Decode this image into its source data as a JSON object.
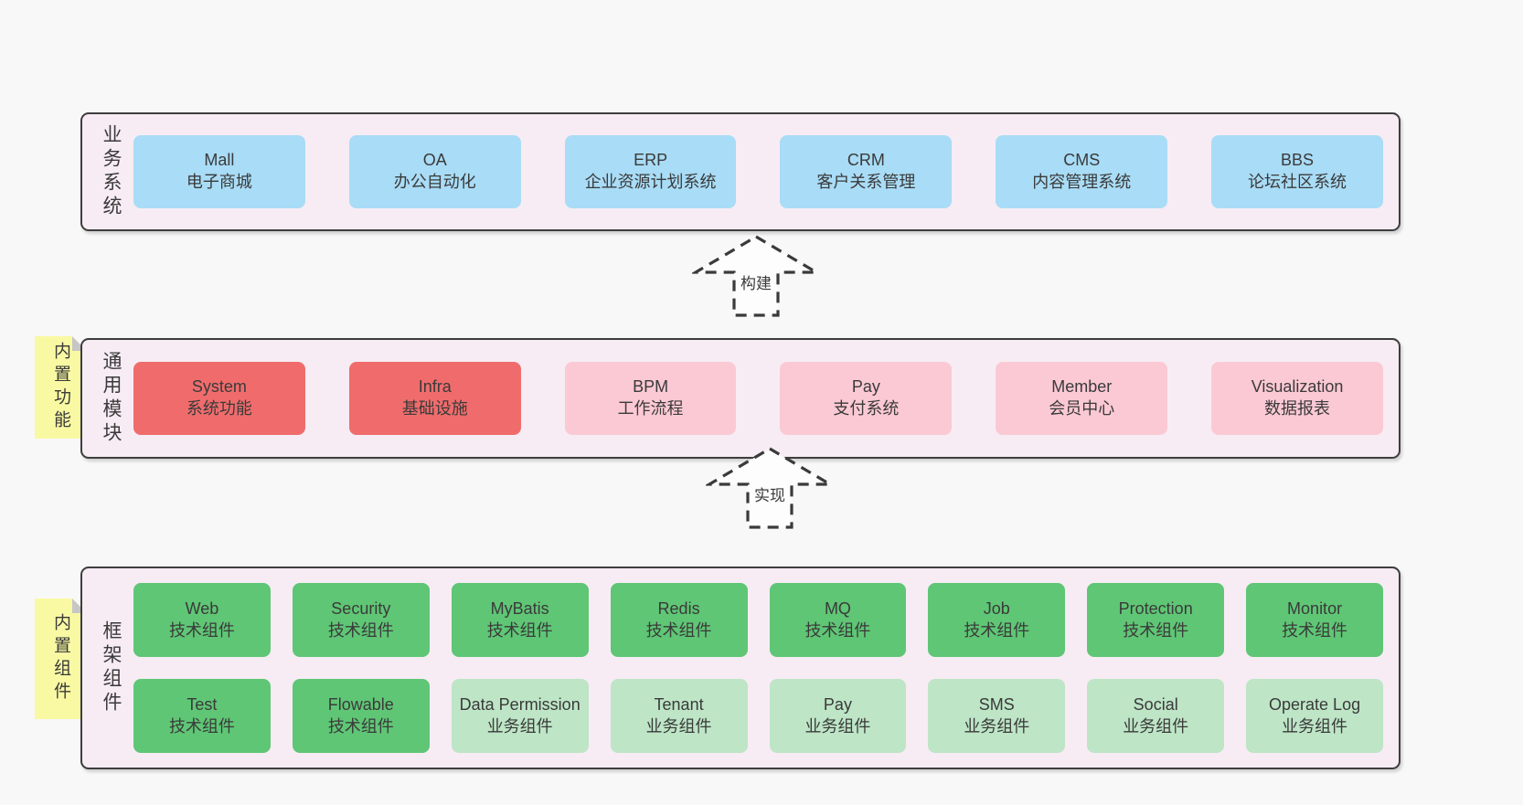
{
  "page": {
    "background": "#f8f8f8"
  },
  "colors": {
    "band_background": "#f7ecf4",
    "band_border": "#3d3d3d",
    "blue_box": "#a9dcf6",
    "red_box": "#f06c6c",
    "pink_box": "#fbc9d4",
    "green_box": "#5fc675",
    "light_green_box": "#bde5c6",
    "note_yellow": "#f9f9a3",
    "note_fold_gray": "#c6c6c6",
    "text": "#3a3a3a"
  },
  "arrows": [
    {
      "label": "构建",
      "direction": "up"
    },
    {
      "label": "实现",
      "direction": "up"
    }
  ],
  "bands": [
    {
      "label": "业务系统",
      "boxes": [
        {
          "en": "Mall",
          "zh": "电子商城"
        },
        {
          "en": "OA",
          "zh": "办公自动化"
        },
        {
          "en": "ERP",
          "zh": "企业资源计划系统"
        },
        {
          "en": "CRM",
          "zh": "客户关系管理"
        },
        {
          "en": "CMS",
          "zh": "内容管理系统"
        },
        {
          "en": "BBS",
          "zh": "论坛社区系统"
        }
      ]
    },
    {
      "label": "通用模块",
      "note": "内置功能",
      "boxes": [
        {
          "en": "System",
          "zh": "系统功能"
        },
        {
          "en": "Infra",
          "zh": "基础设施"
        },
        {
          "en": "BPM",
          "zh": "工作流程"
        },
        {
          "en": "Pay",
          "zh": "支付系统"
        },
        {
          "en": "Member",
          "zh": "会员中心"
        },
        {
          "en": "Visualization",
          "zh": "数据报表"
        }
      ]
    },
    {
      "label": "框架组件",
      "note": "内置组件",
      "rows": [
        [
          {
            "en": "Web",
            "zh": "技术组件"
          },
          {
            "en": "Security",
            "zh": "技术组件"
          },
          {
            "en": "MyBatis",
            "zh": "技术组件"
          },
          {
            "en": "Redis",
            "zh": "技术组件"
          },
          {
            "en": "MQ",
            "zh": "技术组件"
          },
          {
            "en": "Job",
            "zh": "技术组件"
          },
          {
            "en": "Protection",
            "zh": "技术组件"
          },
          {
            "en": "Monitor",
            "zh": "技术组件"
          }
        ],
        [
          {
            "en": "Test",
            "zh": "技术组件"
          },
          {
            "en": "Flowable",
            "zh": "技术组件"
          },
          {
            "en": "Data Permission",
            "zh": "业务组件"
          },
          {
            "en": "Tenant",
            "zh": "业务组件"
          },
          {
            "en": "Pay",
            "zh": "业务组件"
          },
          {
            "en": "SMS",
            "zh": "业务组件"
          },
          {
            "en": "Social",
            "zh": "业务组件"
          },
          {
            "en": "Operate Log",
            "zh": "业务组件"
          }
        ]
      ]
    }
  ]
}
